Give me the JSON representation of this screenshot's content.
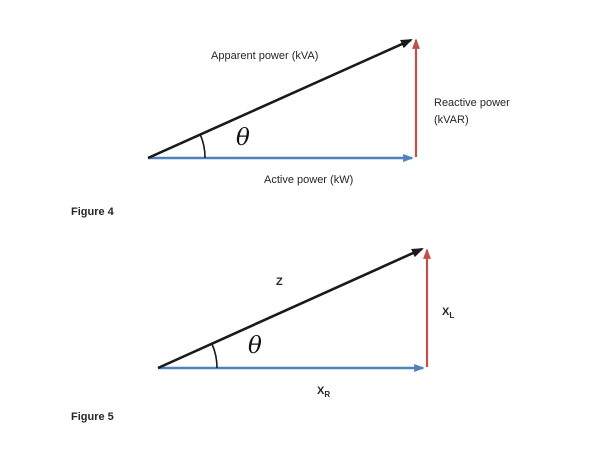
{
  "colors": {
    "black": "#1a1a1a",
    "red": "#c0504d",
    "blue": "#4f81bd",
    "text": "#262626"
  },
  "figure4": {
    "hypotenuse_label": "Apparent power (kVA)",
    "vertical_label_line1": "Reactive power",
    "vertical_label_line2": "(kVAR)",
    "horizontal_label": "Active power (kW)",
    "angle_label": "θ",
    "caption": "Figure 4"
  },
  "figure5": {
    "hypotenuse_label": "Z",
    "vertical_label_base": "X",
    "vertical_label_sub": "L",
    "horizontal_label_base": "X",
    "horizontal_label_sub": "R",
    "angle_label": "θ",
    "caption": "Figure 5"
  }
}
